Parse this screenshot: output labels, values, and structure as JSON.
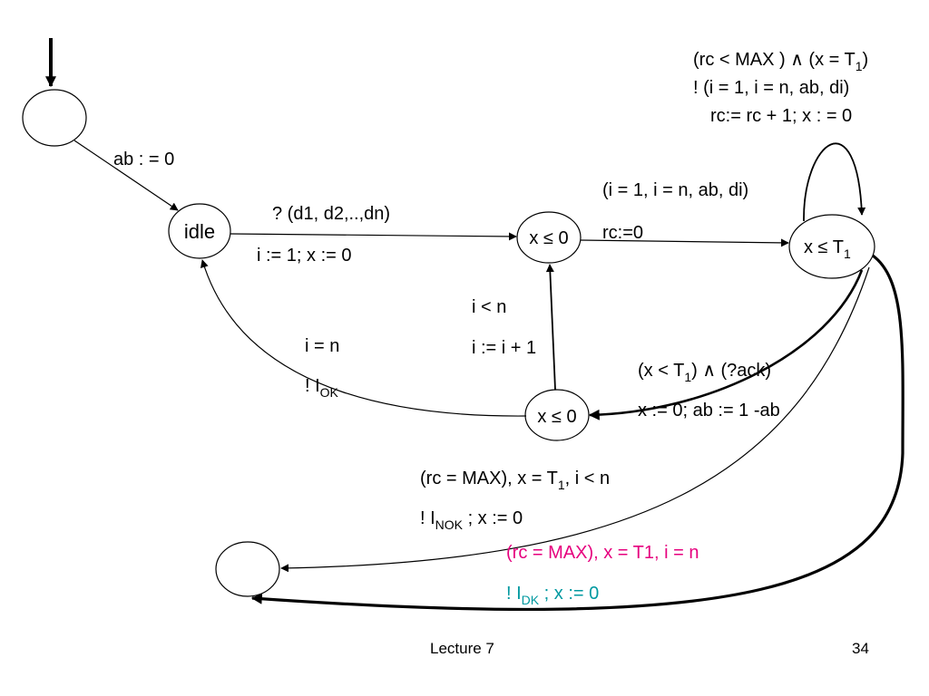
{
  "nodes": {
    "start": "",
    "idle": "idle",
    "wait_send": "x ≤ 0",
    "wait_ack": "x ≤ T",
    "wait_ack_sub": "1",
    "next": "x ≤ 0",
    "final": ""
  },
  "edges": {
    "init": "ab : = 0",
    "idle_send_guard": "? (d1, d2,..,dn)",
    "idle_send_update": "i := 1; x := 0",
    "send_ack_action": "(i = 1, i = n, ab, di)",
    "send_ack_update": "rc:=0",
    "loop_guard_a": "(rc < MAX ) ∧ (x = T",
    "loop_guard_sub": "1",
    "loop_guard_b": ")",
    "loop_action": "! (i = 1, i = n, ab, di)",
    "loop_update": "rc:= rc + 1; x : = 0",
    "ack_guard_a": "(x < T",
    "ack_guard_sub": "1",
    "ack_guard_b": ") ∧ (?ack)",
    "ack_update": "x := 0; ab := 1 -ab",
    "next_guard": "i < n",
    "next_update": "i := i + 1",
    "done_guard": "i = n",
    "done_action_a": "! I",
    "done_action_sub": "OK",
    "nok_guard_a": "(rc = MAX), x = T",
    "nok_guard_sub": "1",
    "nok_guard_b": ", i < n",
    "nok_action_a": "! I",
    "nok_action_sub": "NOK",
    "nok_action_b": " ; x := 0",
    "dk_guard": "(rc = MAX), x = T1, i = n",
    "dk_action_a": "! I",
    "dk_action_sub": "DK",
    "dk_action_b": " ; x := 0"
  },
  "footer": {
    "left": "Lecture 7",
    "right": "34"
  },
  "colors": {
    "pink": "#e6007e",
    "teal": "#0099a0"
  }
}
